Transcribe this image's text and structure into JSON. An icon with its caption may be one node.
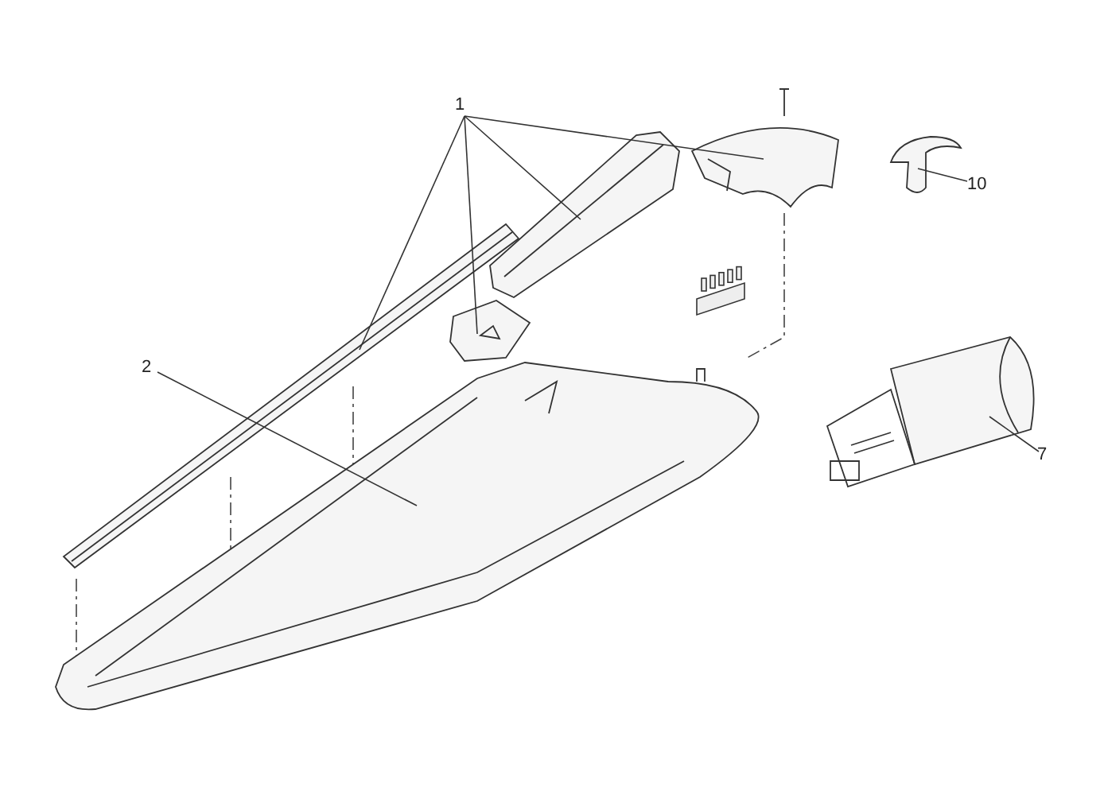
{
  "diagram": {
    "nodes": [
      {
        "text": [
          "1"
        ]
      },
      {
        "text": [
          "2"
        ]
      },
      {
        "text": [
          "7"
        ]
      },
      {
        "text": [
          "10"
        ]
      },
      {
        "text": [],
        "shape": "picture"
      },
      {
        "text": [],
        "shape": "picture"
      },
      {
        "text": [],
        "shape": "picture"
      },
      {
        "text": [],
        "shape": "picture"
      },
      {
        "text": [],
        "shape": "picture"
      },
      {
        "text": [],
        "shape": "picture"
      },
      {
        "text": [],
        "shape": "picture"
      }
    ],
    "edges": [
      {
        "from": 0,
        "to": 4,
        "arrow": "none"
      },
      {
        "from": 0,
        "to": 5,
        "arrow": "none"
      },
      {
        "from": 0,
        "to": 6,
        "arrow": "none"
      },
      {
        "from": 0,
        "to": 7,
        "arrow": "none"
      },
      {
        "from": 1,
        "to": 8,
        "arrow": "none"
      },
      {
        "from": 2,
        "to": 9,
        "arrow": "none"
      },
      {
        "from": 3,
        "to": 10,
        "arrow": "none"
      }
    ]
  }
}
